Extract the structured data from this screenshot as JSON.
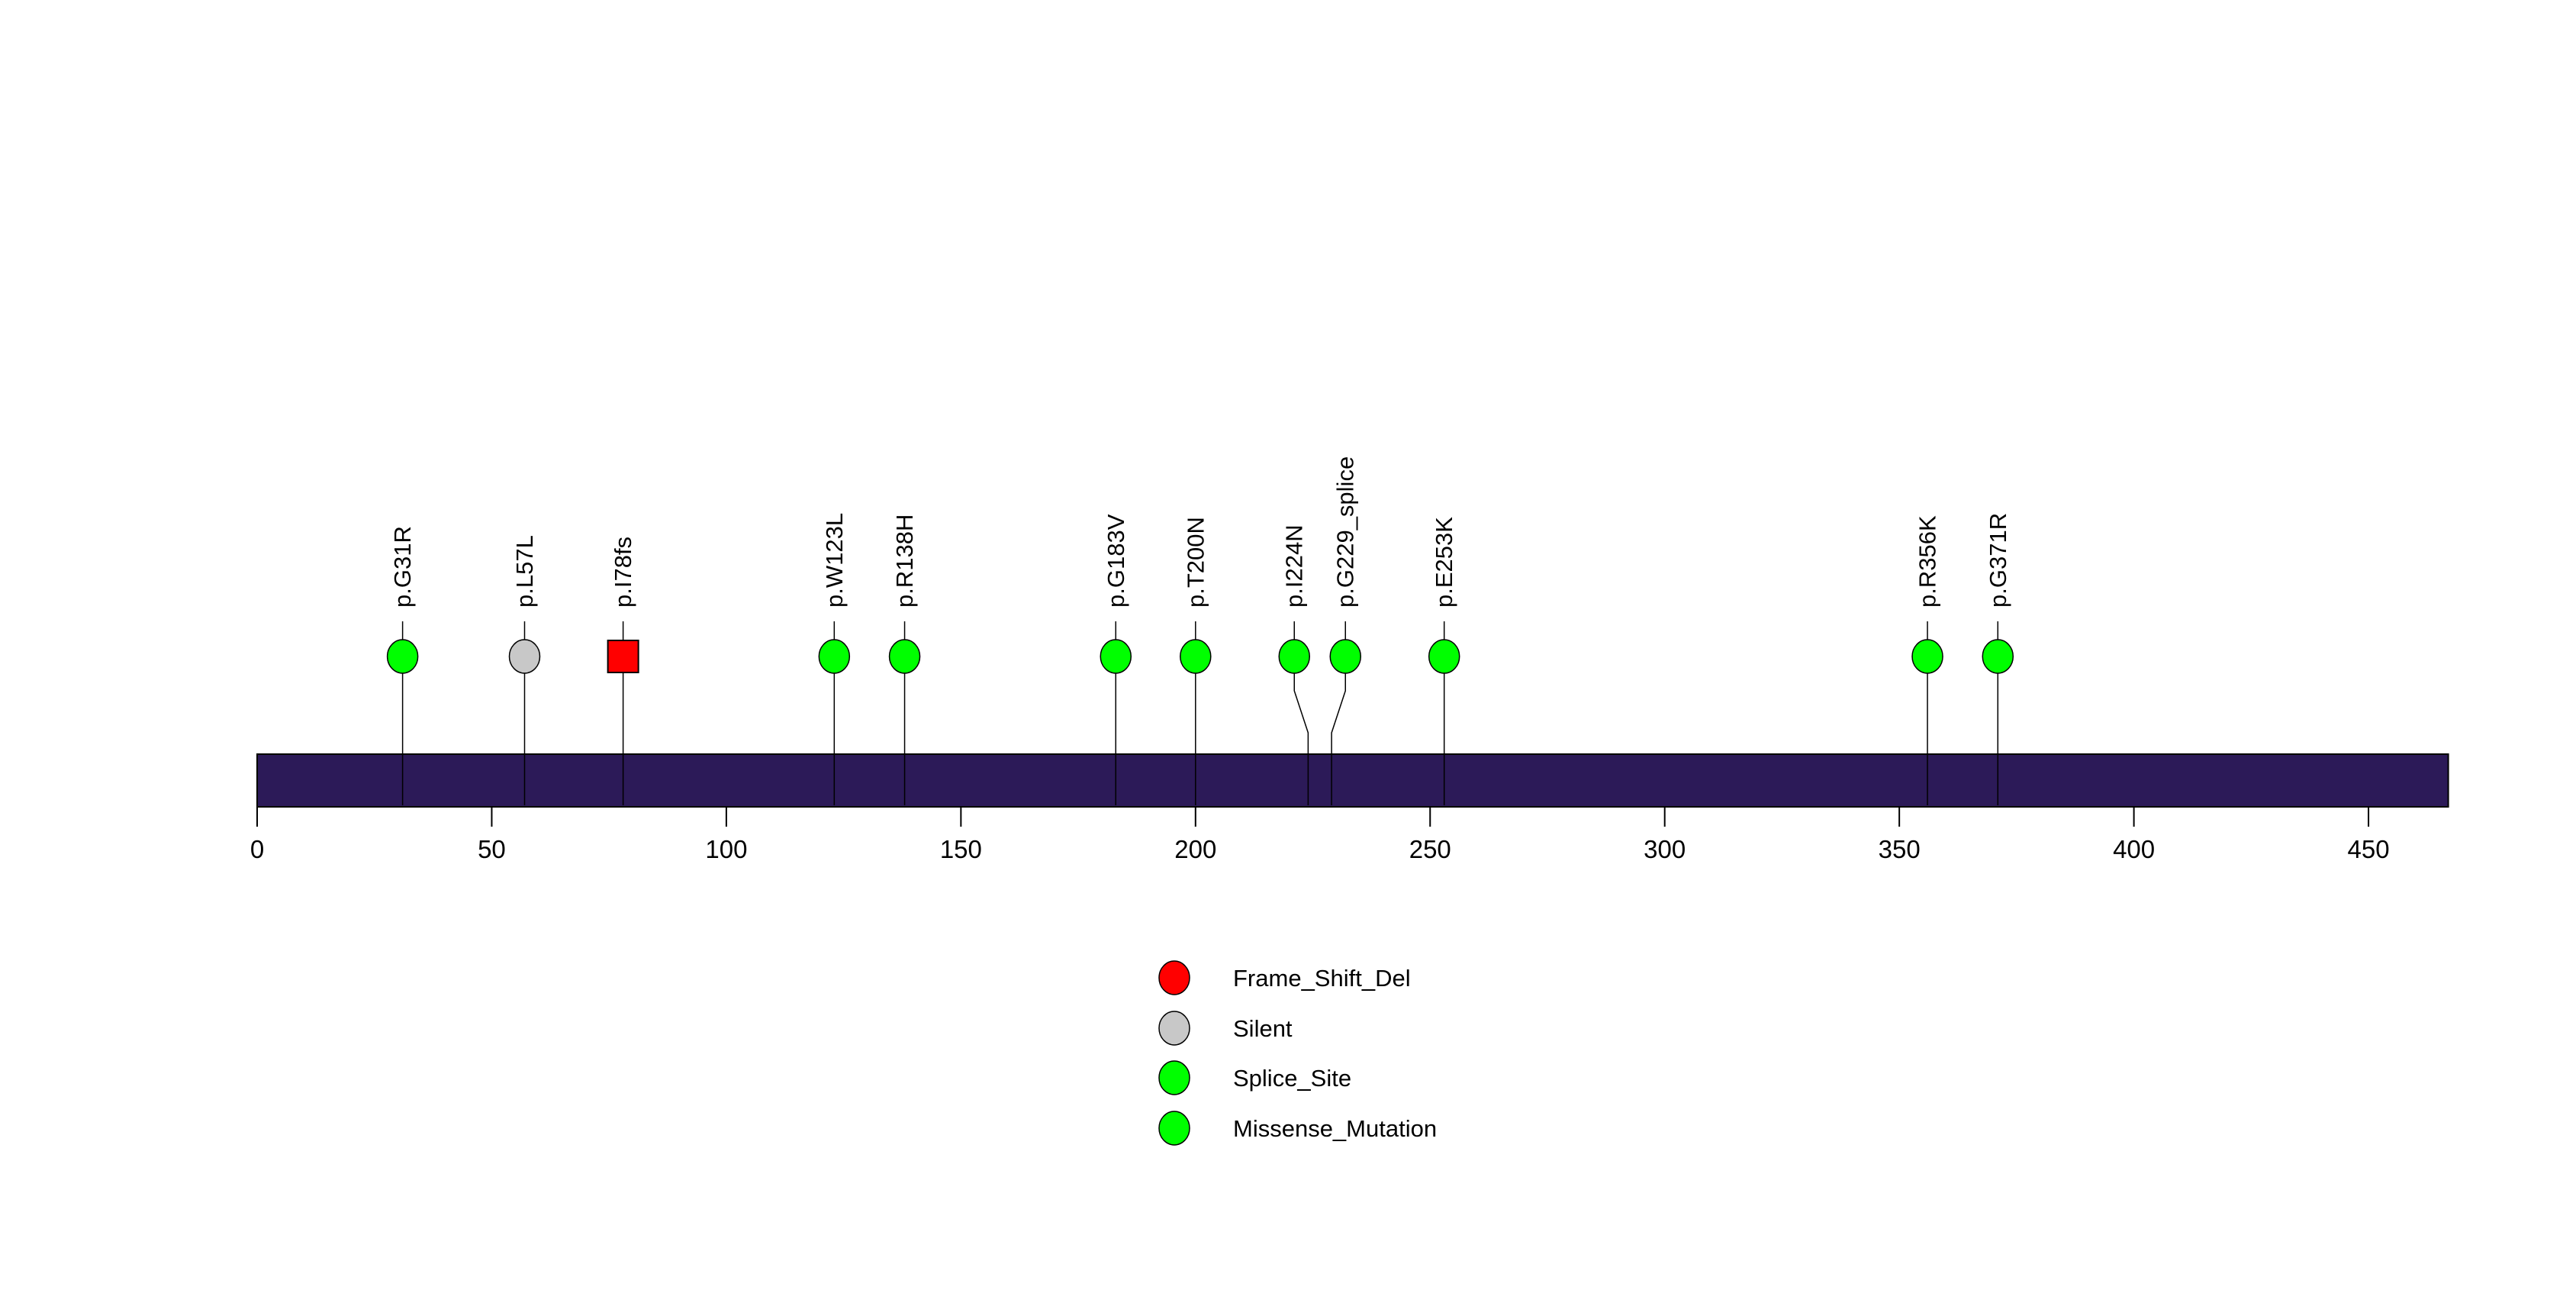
{
  "chart_data": {
    "type": "lollipop",
    "title": "",
    "xlabel": "",
    "ylabel": "",
    "grid": false,
    "background_color": "#FFFFFF",
    "axis": {
      "xlim": [
        0,
        467
      ],
      "x_ticks": [
        0,
        50,
        100,
        150,
        200,
        250,
        300,
        350,
        400,
        450
      ],
      "tick_color": "#000000",
      "tick_label_color": "#000000"
    },
    "protein_bar": {
      "start_aa": 0,
      "end_aa": 467,
      "color": "#2C1A58",
      "border_color": "#000000"
    },
    "mutations": [
      {
        "label": "p.G31R",
        "position": 31,
        "class": "Missense_Mutation",
        "shape": "circle",
        "color": "#00FF00"
      },
      {
        "label": "p.L57L",
        "position": 57,
        "class": "Silent",
        "shape": "circle",
        "color": "#C8C8C8"
      },
      {
        "label": "p.I78fs",
        "position": 78,
        "class": "Frame_Shift_Del",
        "shape": "square",
        "color": "#FF0000"
      },
      {
        "label": "p.W123L",
        "position": 123,
        "class": "Missense_Mutation",
        "shape": "circle",
        "color": "#00FF00"
      },
      {
        "label": "p.R138H",
        "position": 138,
        "class": "Missense_Mutation",
        "shape": "circle",
        "color": "#00FF00"
      },
      {
        "label": "p.G183V",
        "position": 183,
        "class": "Missense_Mutation",
        "shape": "circle",
        "color": "#00FF00"
      },
      {
        "label": "p.T200N",
        "position": 200,
        "class": "Missense_Mutation",
        "shape": "circle",
        "color": "#00FF00"
      },
      {
        "label": "p.I224N",
        "position": 224,
        "class": "Missense_Mutation",
        "shape": "circle",
        "color": "#00FF00"
      },
      {
        "label": "p.G229_splice",
        "position": 229,
        "class": "Splice_Site",
        "shape": "circle",
        "color": "#00FF00"
      },
      {
        "label": "p.E253K",
        "position": 253,
        "class": "Missense_Mutation",
        "shape": "circle",
        "color": "#00FF00"
      },
      {
        "label": "p.R356K",
        "position": 356,
        "class": "Missense_Mutation",
        "shape": "circle",
        "color": "#00FF00"
      },
      {
        "label": "p.G371R",
        "position": 371,
        "class": "Missense_Mutation",
        "shape": "circle",
        "color": "#00FF00"
      }
    ],
    "legend": {
      "position": "bottom-center",
      "entries": [
        {
          "label": "Frame_Shift_Del",
          "color": "#FF0000"
        },
        {
          "label": "Silent",
          "color": "#C8C8C8"
        },
        {
          "label": "Splice_Site",
          "color": "#00FF00"
        },
        {
          "label": "Missense_Mutation",
          "color": "#00FF00"
        }
      ]
    }
  }
}
